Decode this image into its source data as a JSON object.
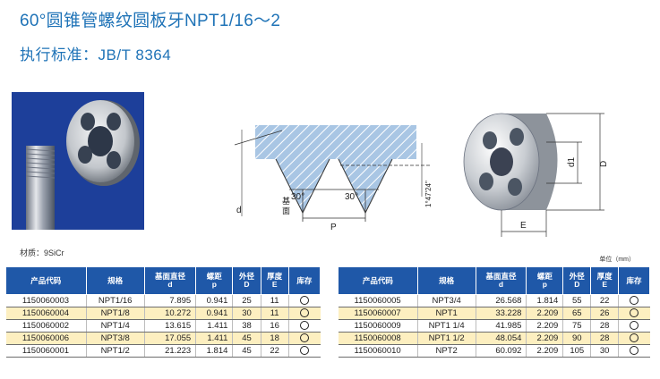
{
  "title": "60°圆锥管螺纹圆板牙NPT1/16～2",
  "standard": "执行标准：JB/T  8364",
  "material": "材质：9SiCr",
  "unit": "单位（mm）",
  "diagram": {
    "angle_left": "30°",
    "angle_right": "30°",
    "label_P": "P",
    "label_d": "d",
    "label_taper": "1°47'24\"",
    "label_base_1": "基",
    "label_base_2": "面"
  },
  "die_labels": {
    "d1": "d1",
    "D": "D",
    "E": "E"
  },
  "headers": {
    "code": "产品代码",
    "spec": "规格",
    "base_dia_1": "基面直径",
    "base_dia_2": "d",
    "pitch_1": "螺距",
    "pitch_2": "p",
    "od_1": "外径",
    "od_2": "D",
    "thick_1": "厚度",
    "thick_2": "E",
    "stock": "库存"
  },
  "left_rows": [
    {
      "code": "1150060003",
      "spec": "NPT1/16",
      "d": "7.895",
      "p": "0.941",
      "D": "25",
      "E": "11"
    },
    {
      "code": "1150060004",
      "spec": "NPT1/8",
      "d": "10.272",
      "p": "0.941",
      "D": "30",
      "E": "11"
    },
    {
      "code": "1150060002",
      "spec": "NPT1/4",
      "d": "13.615",
      "p": "1.411",
      "D": "38",
      "E": "16"
    },
    {
      "code": "1150060006",
      "spec": "NPT3/8",
      "d": "17.055",
      "p": "1.411",
      "D": "45",
      "E": "18"
    },
    {
      "code": "1150060001",
      "spec": "NPT1/2",
      "d": "21.223",
      "p": "1.814",
      "D": "45",
      "E": "22"
    }
  ],
  "right_rows": [
    {
      "code": "1150060005",
      "spec": "NPT3/4",
      "d": "26.568",
      "p": "1.814",
      "D": "55",
      "E": "22"
    },
    {
      "code": "1150060007",
      "spec": "NPT1",
      "d": "33.228",
      "p": "2.209",
      "D": "65",
      "E": "26"
    },
    {
      "code": "1150060009",
      "spec": "NPT1 1/4",
      "d": "41.985",
      "p": "2.209",
      "D": "75",
      "E": "28"
    },
    {
      "code": "1150060008",
      "spec": "NPT1 1/2",
      "d": "48.054",
      "p": "2.209",
      "D": "90",
      "E": "28"
    },
    {
      "code": "1150060010",
      "spec": "NPT2",
      "d": "60.092",
      "p": "2.209",
      "D": "105",
      "E": "30"
    }
  ],
  "colors": {
    "title": "#1f73b7",
    "header_bg": "#1f58a8",
    "alt_row": "#fdefc0",
    "photo_bg": "#1d3f9a"
  }
}
